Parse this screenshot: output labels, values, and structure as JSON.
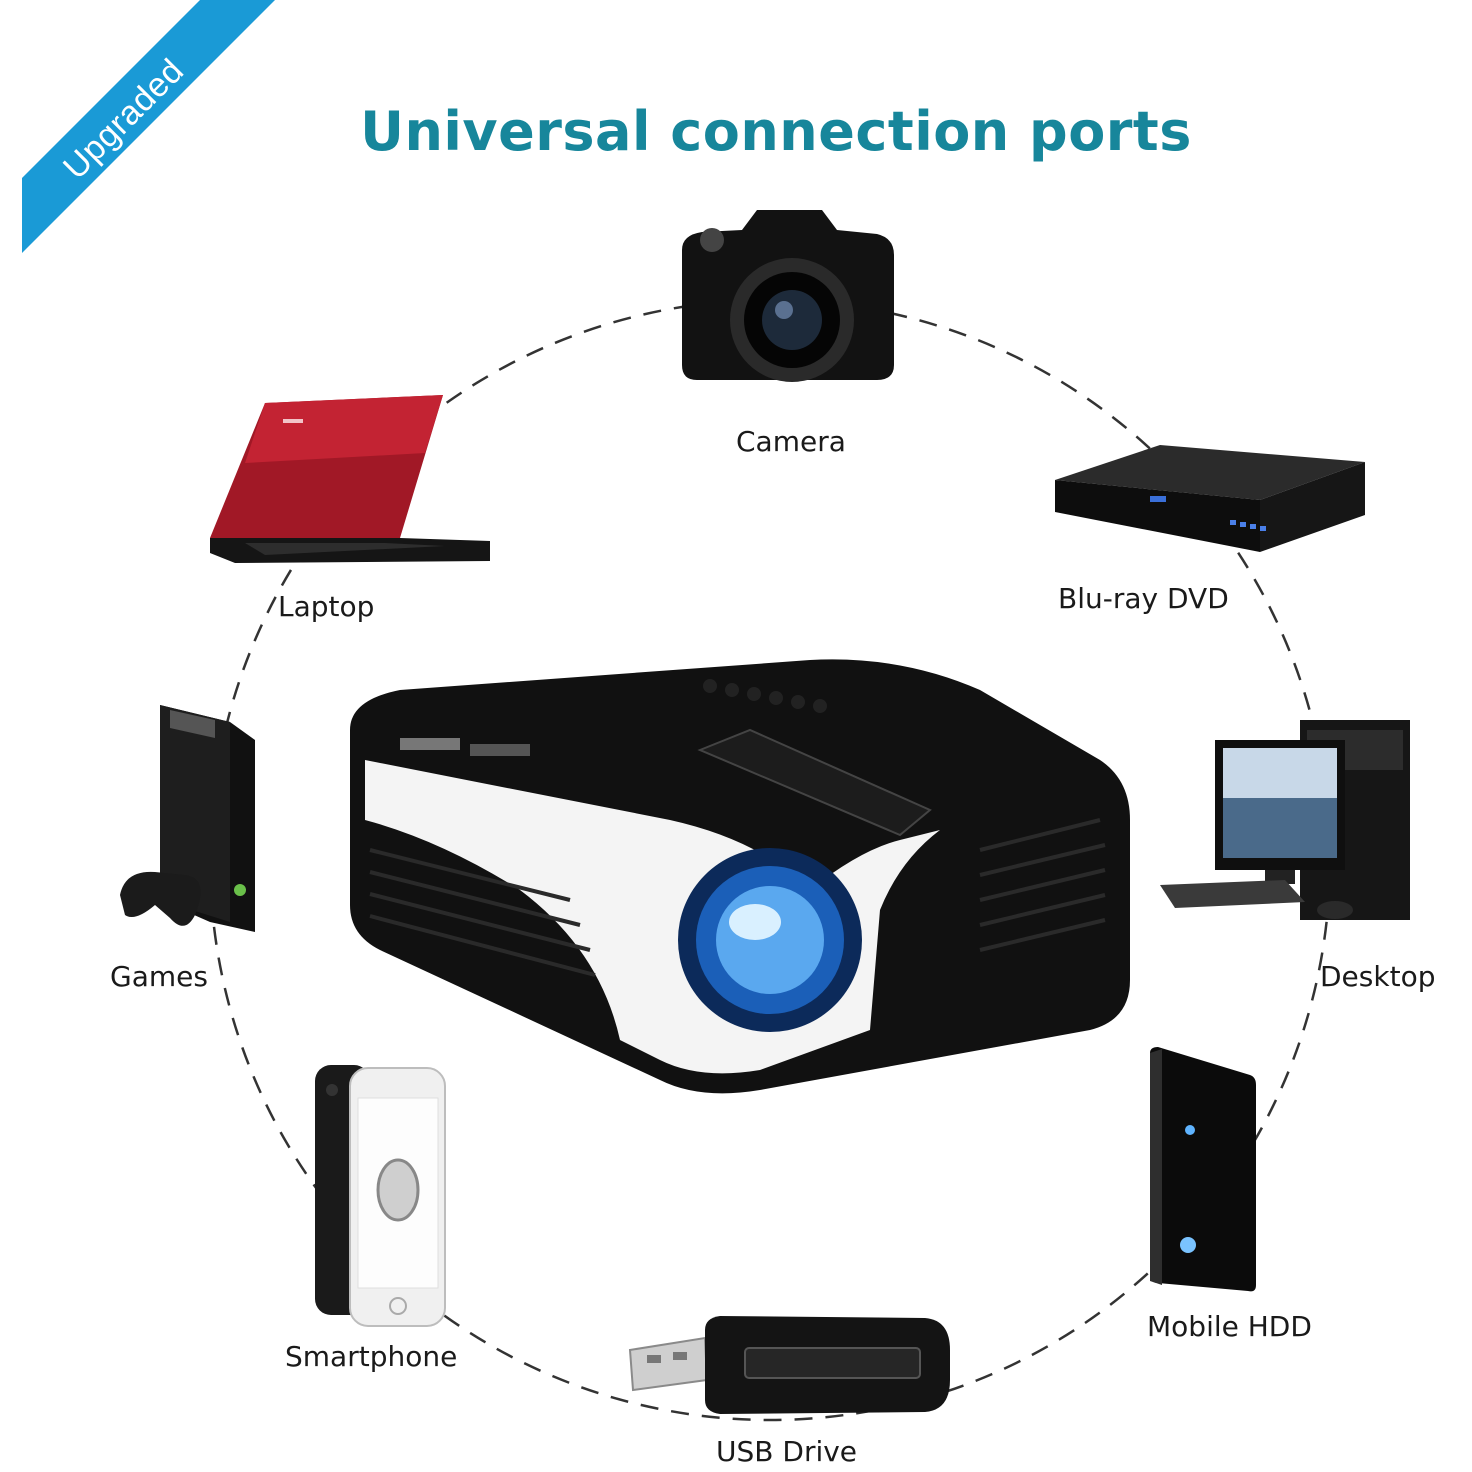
{
  "badge": {
    "label": "Upgraded",
    "color": "#1a9ad6"
  },
  "title": {
    "text": "Universal connection ports",
    "color": "#17869b"
  },
  "devices": [
    {
      "name": "camera",
      "label": "Camera"
    },
    {
      "name": "blu-ray",
      "label": "Blu-ray DVD"
    },
    {
      "name": "desktop",
      "label": "Desktop"
    },
    {
      "name": "mobile-hdd",
      "label": "Mobile HDD"
    },
    {
      "name": "usb-drive",
      "label": "USB Drive"
    },
    {
      "name": "smartphone",
      "label": "Smartphone"
    },
    {
      "name": "games",
      "label": "Games"
    },
    {
      "name": "laptop",
      "label": "Laptop"
    }
  ],
  "icons": {
    "projector": "projector-icon",
    "camera": "camera-icon",
    "blu_ray": "blu-ray-player-icon",
    "desktop": "desktop-computer-icon",
    "hdd": "external-hard-drive-icon",
    "usb": "usb-drive-icon",
    "phone": "smartphone-icon",
    "console": "game-console-icon",
    "laptop": "laptop-icon"
  }
}
